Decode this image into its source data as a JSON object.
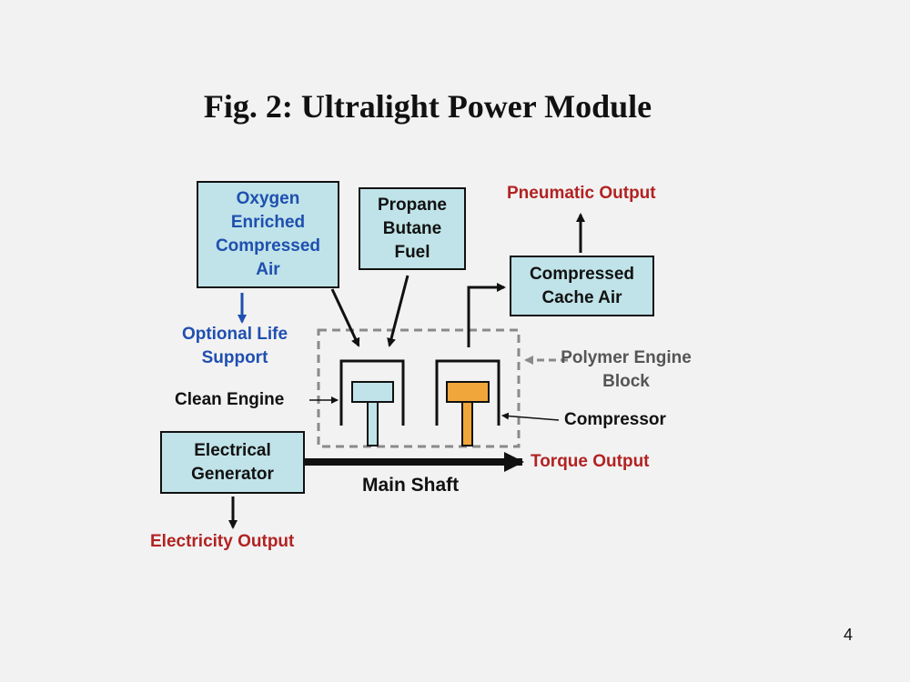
{
  "title": "Fig. 2: Ultralight Power Module",
  "boxes": {
    "oxygen_air": "Oxygen Enriched Compressed Air",
    "fuel": "Propane Butane Fuel",
    "cache_air": "Compressed Cache Air",
    "generator": "Electrical Generator"
  },
  "labels": {
    "pneumatic_output": "Pneumatic Output",
    "optional_life_support": "Optional Life Support",
    "polymer_engine_block": "Polymer Engine Block",
    "clean_engine": "Clean Engine",
    "compressor": "Compressor",
    "torque_output": "Torque Output",
    "main_shaft": "Main Shaft",
    "electricity_output": "Electricity Output"
  },
  "page_number": "4",
  "colors": {
    "box_fill": "#bfe3e8",
    "output_red": "#b22222",
    "life_support_blue": "#1f4fb0",
    "engine_block_gray": "#8a8a8a",
    "compressor_piston": "#f0a63a"
  }
}
